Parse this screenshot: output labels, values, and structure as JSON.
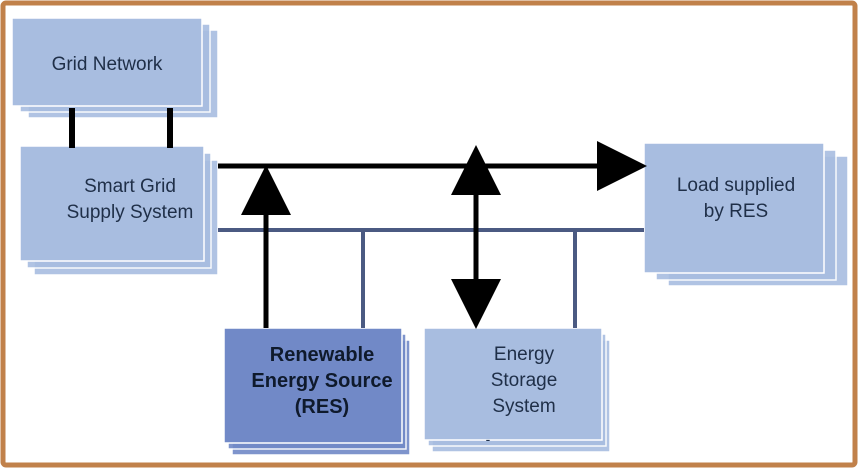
{
  "nodes": {
    "grid_network": {
      "lines": [
        "Grid Network"
      ],
      "color": "#a8bde0"
    },
    "smart_grid": {
      "lines": [
        "Smart Grid",
        "Supply System"
      ],
      "color": "#a8bde0"
    },
    "load": {
      "lines": [
        "Load supplied",
        "by RES"
      ],
      "color": "#a8bde0"
    },
    "res": {
      "lines": [
        "Renewable",
        "Energy Source",
        "(RES)"
      ],
      "color": "#7189c7"
    },
    "storage": {
      "lines": [
        "Energy",
        "Storage",
        "System"
      ],
      "color": "#a8bde0",
      "footnote": "-"
    }
  },
  "colors": {
    "frame": "#c1814a",
    "power_line": "#000000",
    "info_bus": "#4b5a82"
  },
  "edges": [
    {
      "from": "smart_grid",
      "to": "load",
      "kind": "power",
      "arrow": "end"
    },
    {
      "from": "res",
      "to": "power_line",
      "kind": "power",
      "arrow": "end"
    },
    {
      "from": "storage",
      "to": "power_line",
      "kind": "power",
      "arrow": "both"
    },
    {
      "from": "grid_network",
      "to": "smart_grid",
      "kind": "link",
      "arrow": "none"
    },
    {
      "from": "smart_grid",
      "to": "load",
      "kind": "info",
      "arrow": "none"
    },
    {
      "from": "res",
      "to": "info_bus",
      "kind": "info",
      "arrow": "none"
    },
    {
      "from": "storage",
      "to": "info_bus",
      "kind": "info",
      "arrow": "none"
    }
  ]
}
